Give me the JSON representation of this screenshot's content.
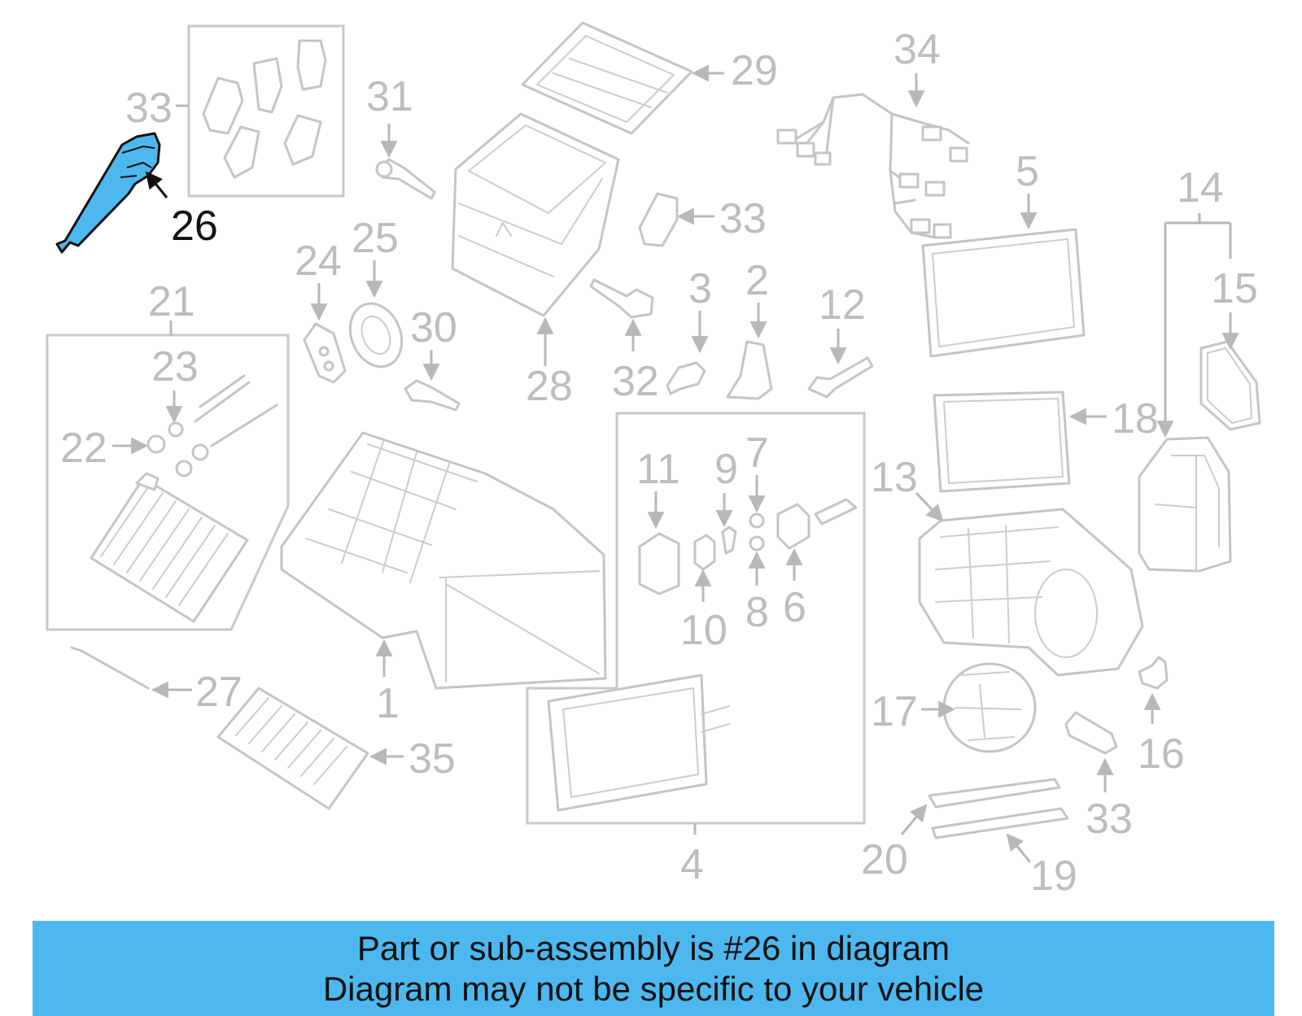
{
  "diagram": {
    "highlight_color": "#4db8ef",
    "part_color": "#c4c4c4",
    "highlighted_part": "26",
    "labels": [
      "33",
      "26",
      "31",
      "29",
      "34",
      "33",
      "5",
      "14",
      "15",
      "21",
      "24",
      "25",
      "30",
      "3",
      "2",
      "12",
      "28",
      "32",
      "23",
      "22",
      "18",
      "11",
      "9",
      "7",
      "13",
      "6",
      "8",
      "10",
      "1",
      "17",
      "16",
      "27",
      "35",
      "33",
      "4",
      "20",
      "19"
    ]
  },
  "banner": {
    "line1": "Part or sub-assembly is #26 in diagram",
    "line2": "Diagram may not be specific to your vehicle",
    "color": "#4db8ef"
  }
}
